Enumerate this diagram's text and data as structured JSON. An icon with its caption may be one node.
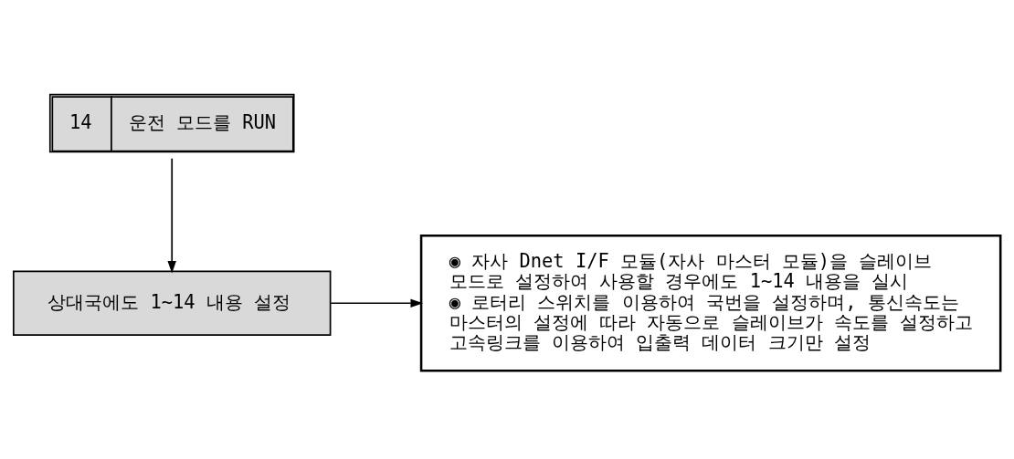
{
  "diagram": {
    "nodes": [
      {
        "text": [
          "14",
          "운전 모드를 RUN"
        ]
      },
      {
        "text": [
          "상대국에도 1~14 내용 설정"
        ]
      },
      {
        "text": [
          "◉ 자사 Dnet I/F 모듈(자사 마스터 모듈)을 슬레이브 모드로 설정하여 사용할 경우에도 1~14 내용을 실시",
          "◉ 로터리 스위치를 이용하여 국번을 설정하며, 통신속도는 마스터의 설정에 따라 자동으로 슬레이브가 속도를 설정하고 고속링크를 이용하여 입출력 데이터 크기만 설정"
        ]
      }
    ],
    "edges": [
      {
        "from": 0,
        "to": 1,
        "arrow": "to"
      },
      {
        "from": 1,
        "to": 2,
        "arrow": "to"
      }
    ]
  }
}
